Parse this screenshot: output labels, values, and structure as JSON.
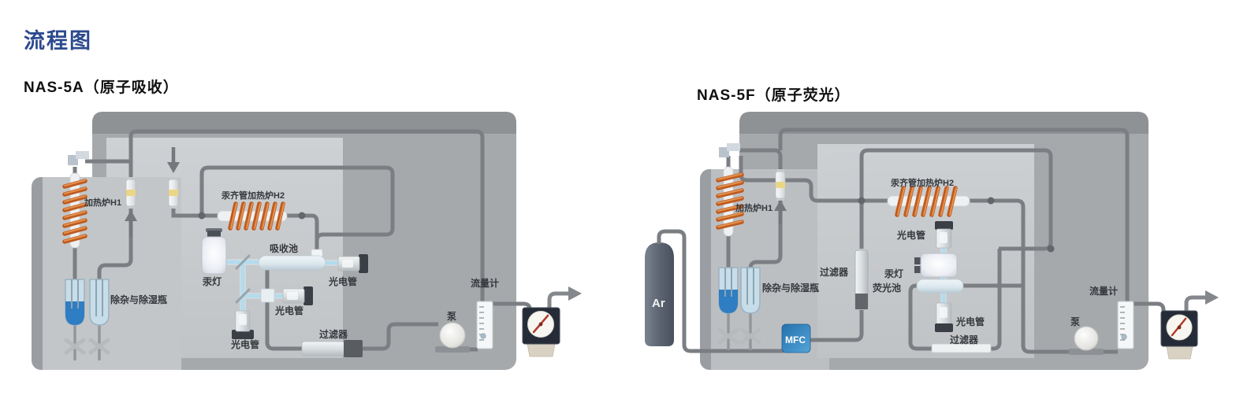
{
  "page": {
    "title": "流程图"
  },
  "diagrams": [
    {
      "header": "NAS-5A（原子吸收）",
      "labels": {
        "h1": "加热炉H1",
        "h2": "汞齐管加热炉H2",
        "cell": "吸收池",
        "lamp": "汞灯",
        "phototube_right": "光电管",
        "phototube_mid": "光电管",
        "phototube_bottom": "光电管",
        "bottles": "除杂与除湿瓶",
        "filter": "过滤器",
        "pump": "泵",
        "flowmeter": "流量计"
      }
    },
    {
      "header": "NAS-5F（原子荧光）",
      "labels": {
        "argon": "Ar",
        "h1": "加热炉H1",
        "h2": "汞齐管加热炉H2",
        "filter_vertical": "过滤器",
        "phototube_top": "光电管",
        "lamp": "汞灯",
        "cell": "荧光池",
        "phototube_bottom": "光电管",
        "filter_bottom": "过滤器",
        "bottles": "除杂与除湿瓶",
        "mfc": "MFC",
        "pump": "泵",
        "flowmeter": "流量计"
      }
    }
  ],
  "colors": {
    "title_blue": "#2c4a8e",
    "pipe_gray": "#7b7e82",
    "beam_blue": "#b2dcef",
    "coil_orange": "#bf5a1e",
    "mfc_blue": "#2f7fba",
    "panel_gray": "#a6a9ac",
    "gauge_navy": "#262c37",
    "needle_red": "#b23b27"
  }
}
